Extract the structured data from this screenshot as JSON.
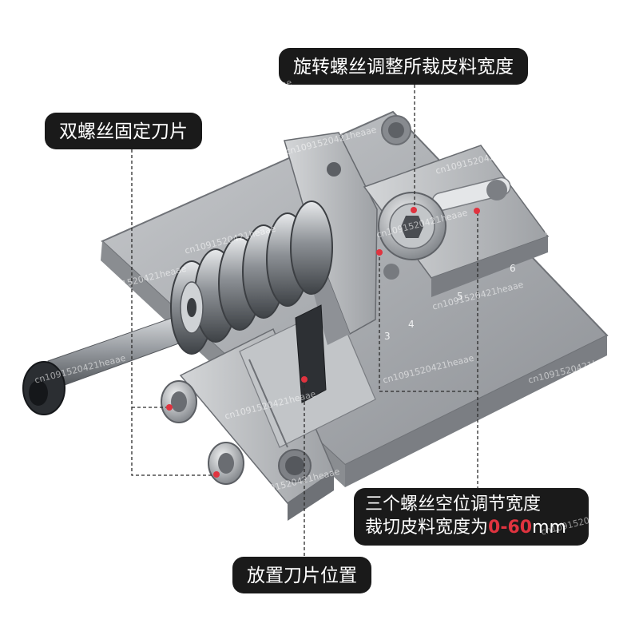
{
  "callouts": {
    "top": "旋转螺丝调整所裁皮料宽度",
    "left": "双螺丝固定刀片",
    "right_line1": "三个螺丝空位调节宽度",
    "right_line2_prefix": "裁切皮料宽度为",
    "right_line2_range": "0-60",
    "right_line2_unit": "mm",
    "bottom": "放置刀片位置"
  },
  "scale_marks": [
    "3",
    "4",
    "5",
    "6"
  ],
  "watermark": "cn1091520421heaae",
  "colors": {
    "callout_bg": "#1a1a1a",
    "callout_text": "#ffffff",
    "accent_red": "#e0333f",
    "metal": "#b8bbbf"
  }
}
